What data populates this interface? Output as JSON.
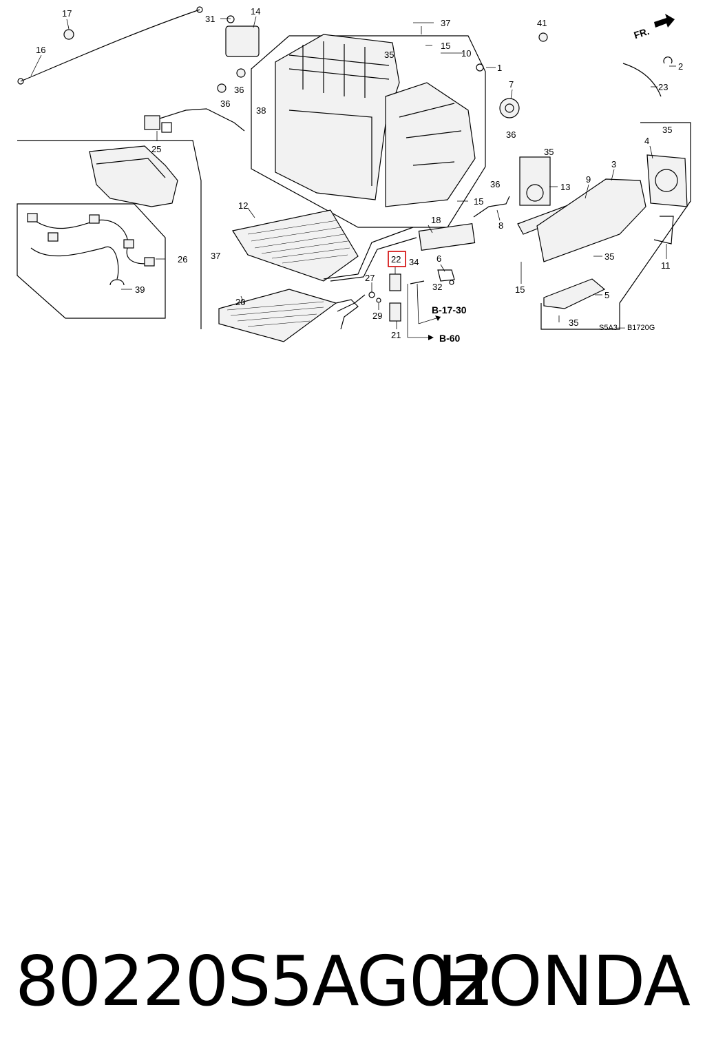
{
  "diagram": {
    "ref_codes": [
      "B-17-30",
      "B-60"
    ],
    "direction_label": "FR.",
    "drawing_code": "S5A3— B1720G",
    "highlighted_callout": "22",
    "callouts": {
      "c17": "17",
      "c16": "16",
      "c31": "31",
      "c14": "14",
      "c36a": "36",
      "c36b": "36",
      "c25": "25",
      "c37a": "37",
      "c35a": "35",
      "c15a": "15",
      "c10": "10",
      "c1": "1",
      "c41": "41",
      "c2": "2",
      "c23": "23",
      "c38": "38",
      "c7": "7",
      "c36c": "36",
      "c35b": "35",
      "c36d": "36",
      "c13": "13",
      "c9": "9",
      "c3": "3",
      "c4": "4",
      "c35c": "35",
      "c12": "12",
      "c26": "26",
      "c37b": "37",
      "c39": "39",
      "c18": "18",
      "c15b": "15",
      "c8": "8",
      "c22": "22",
      "c34": "34",
      "c6": "6",
      "c32": "32",
      "c27": "27",
      "c29": "29",
      "c21": "21",
      "c20": "20",
      "c15c": "15",
      "c35d": "35",
      "c11": "11",
      "c5": "5",
      "c35e": "35"
    }
  },
  "footer": {
    "part_number": "80220S5AG02",
    "brand": "HONDA"
  }
}
